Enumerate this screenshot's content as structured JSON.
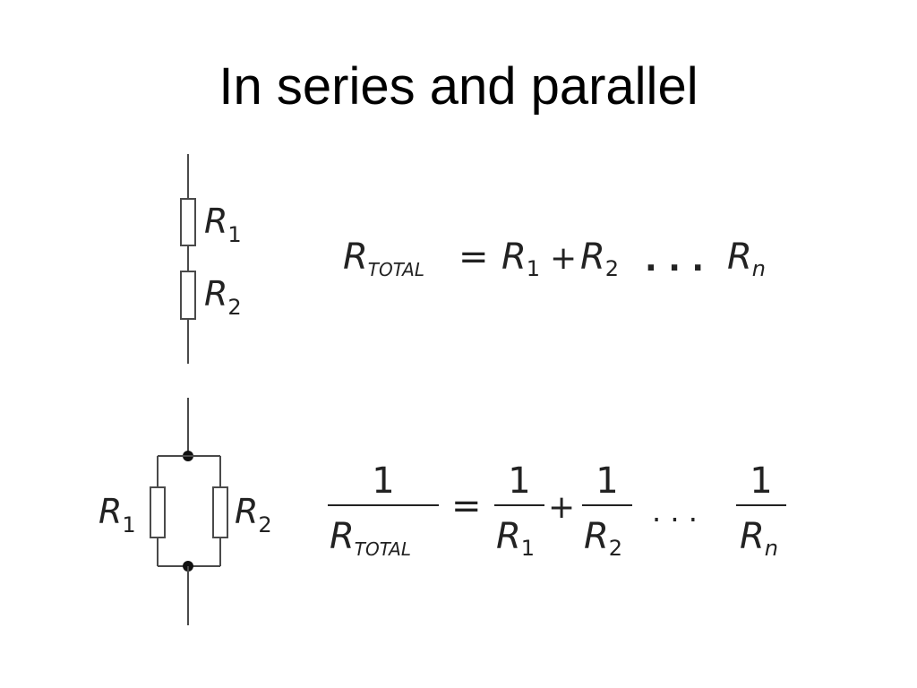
{
  "slide": {
    "title": "In series and parallel"
  },
  "series": {
    "labels": {
      "r1_base": "R",
      "r1_sub": "1",
      "r2_base": "R",
      "r2_sub": "2"
    },
    "formula": {
      "lhs_base": "R",
      "lhs_sub": "TOTAL",
      "equals": "=",
      "t1_base": "R",
      "t1_sub": "1",
      "plus": "+",
      "t2_base": "R",
      "t2_sub": "2",
      "ellipsis": ". . .",
      "tn_base": "R",
      "tn_sub": "n"
    }
  },
  "parallel": {
    "labels": {
      "r1_base": "R",
      "r1_sub": "1",
      "r2_base": "R",
      "r2_sub": "2"
    },
    "formula": {
      "numerator": "1",
      "lhs_den_base": "R",
      "lhs_den_sub": "TOTAL",
      "equals": "=",
      "f1_num": "1",
      "f1_den_base": "R",
      "f1_den_sub": "1",
      "plus": "+",
      "f2_num": "1",
      "f2_den_base": "R",
      "f2_den_sub": "2",
      "ellipsis": ". . .",
      "fn_num": "1",
      "fn_den_base": "R",
      "fn_den_sub": "n"
    }
  }
}
